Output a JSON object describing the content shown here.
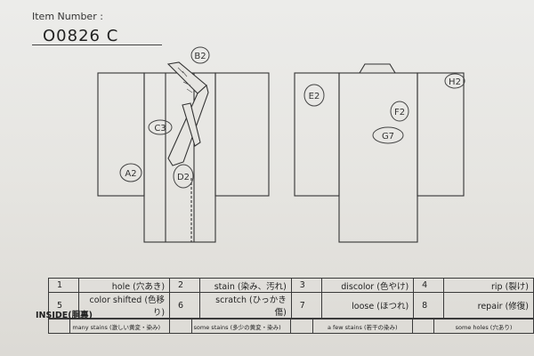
{
  "item": {
    "label": "Item Number :",
    "number": "O0826  C"
  },
  "front_marks": [
    {
      "code": "B2",
      "name": "mark-b2"
    },
    {
      "code": "C3",
      "name": "mark-c3"
    },
    {
      "code": "A2",
      "name": "mark-a2"
    },
    {
      "code": "D2",
      "name": "mark-d2"
    }
  ],
  "back_marks": [
    {
      "code": "E2",
      "name": "mark-e2"
    },
    {
      "code": "H2",
      "name": "mark-h2"
    },
    {
      "code": "F2",
      "name": "mark-f2"
    },
    {
      "code": "G7",
      "name": "mark-g7"
    }
  ],
  "legend": [
    [
      {
        "num": "1",
        "label": "hole (穴あき)"
      },
      {
        "num": "2",
        "label": "stain (染み、汚れ)"
      },
      {
        "num": "3",
        "label": "discolor (色やけ)"
      },
      {
        "num": "4",
        "label": "rip (裂け)"
      }
    ],
    [
      {
        "num": "5",
        "label": "color shifted (色移り)"
      },
      {
        "num": "6",
        "label": "scratch (ひっかき傷)"
      },
      {
        "num": "7",
        "label": "loose (ほつれ)"
      },
      {
        "num": "8",
        "label": "repair (修復)"
      }
    ]
  ],
  "inside": {
    "title": "INSIDE(胴裏)",
    "options": [
      {
        "label": "many stains (激しい黄変・染み)"
      },
      {
        "label": "some stains (多少の黄変・染み)"
      },
      {
        "label": "a few stains (若干の染み)"
      },
      {
        "label": "some holes (穴あり)"
      }
    ]
  }
}
